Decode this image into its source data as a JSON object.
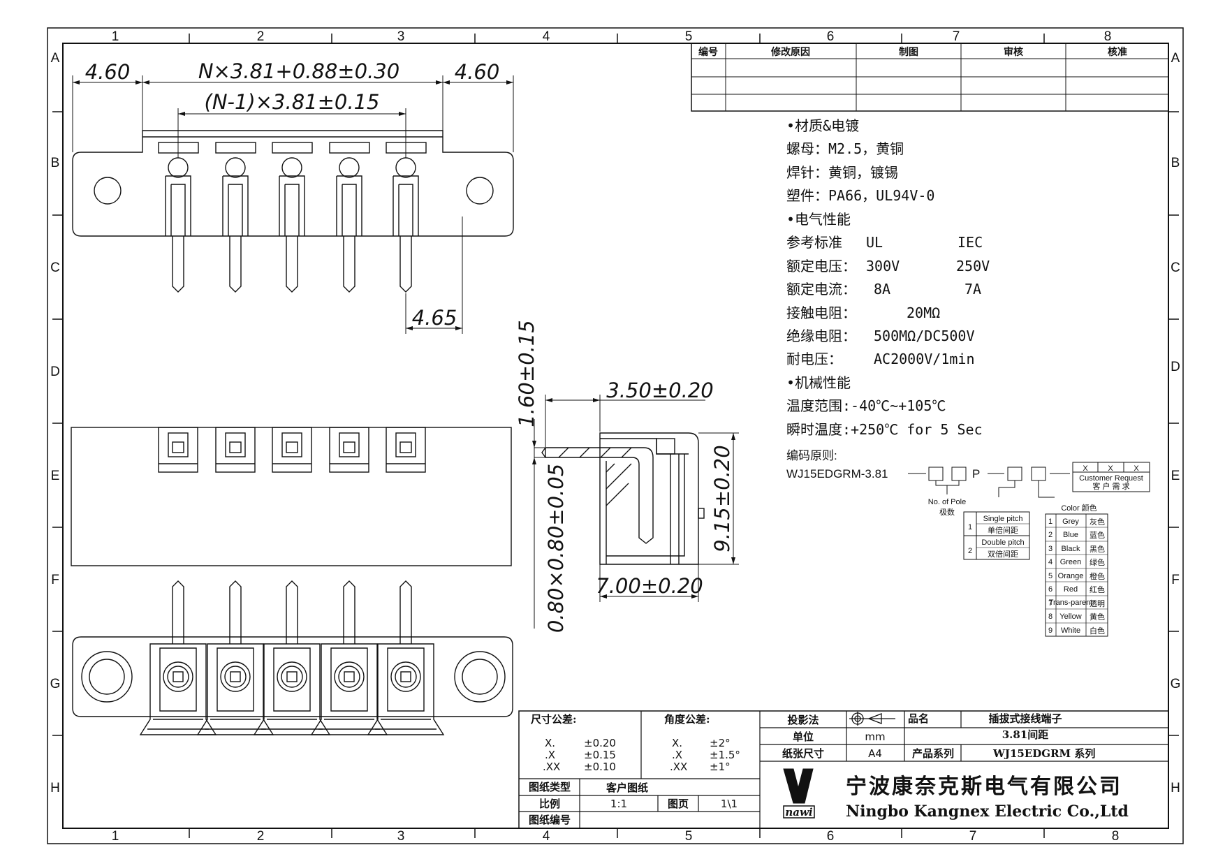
{
  "zones": {
    "columns": [
      "1",
      "2",
      "3",
      "4",
      "5",
      "6",
      "7",
      "8"
    ],
    "rows": [
      "A",
      "B",
      "C",
      "D",
      "E",
      "F",
      "G",
      "H"
    ]
  },
  "dimensions": {
    "left_margin": "4.60",
    "overall": "N×3.81+0.88±0.30",
    "right_margin": "4.60",
    "pitch": "(N-1)×3.81±0.15",
    "pin_offset": "4.65",
    "pin_height": "1.60±0.15",
    "depth": "3.50±0.20",
    "pin_section": "0.80×0.80±0.05",
    "height": "9.15±0.20",
    "width": "7.00±0.20"
  },
  "revision_table": {
    "headers": [
      "编号",
      "修改原因",
      "制图",
      "审核",
      "核准"
    ]
  },
  "specs": {
    "material_header": "•材质&电镀",
    "nut": "螺母：M2.5，黄铜",
    "pin": "焊针：黄铜，镀锡",
    "plastic": "塑件：PA66，UL94V-0",
    "electrical_header": "•电气性能",
    "standard": "参考标准",
    "std_ul": "UL",
    "std_iec": "IEC",
    "voltage": "额定电压：",
    "voltage_ul": "300V",
    "voltage_iec": "250V",
    "current": "额定电流：",
    "current_ul": "8A",
    "current_iec": "7A",
    "contact_res": "接触电阻：",
    "contact_res_val": "20MΩ",
    "insulation": "绝缘电阻：",
    "insulation_val": "500MΩ/DC500V",
    "withstand": "耐电压：",
    "withstand_val": "AC2000V/1min",
    "mechanical_header": "•机械性能",
    "temp_range": "温度范围:-40℃~+105℃",
    "instant_temp": "瞬时温度:+250℃ for 5 Sec"
  },
  "coding": {
    "title": "编码原则:",
    "prefix": "WJ15EDGRM-3.81",
    "p_letter": "P",
    "x_marks": [
      "X",
      "X",
      "X"
    ],
    "customer_en": "Customer Request",
    "customer_cn": "客 户 需 求",
    "poles_en": "No. of Pole",
    "poles_cn": "极数",
    "pitch_options": [
      {
        "num": "1",
        "en": "Single pitch",
        "cn": "单倍间距"
      },
      {
        "num": "2",
        "en": "Double pitch",
        "cn": "双倍间距"
      }
    ],
    "color_title": "Color 颜色",
    "colors": [
      {
        "num": "1",
        "en": "Grey",
        "cn": "灰色"
      },
      {
        "num": "2",
        "en": "Blue",
        "cn": "蓝色"
      },
      {
        "num": "3",
        "en": "Black",
        "cn": "黑色"
      },
      {
        "num": "4",
        "en": "Green",
        "cn": "绿色"
      },
      {
        "num": "5",
        "en": "Orange",
        "cn": "橙色"
      },
      {
        "num": "6",
        "en": "Red",
        "cn": "红色"
      },
      {
        "num": "7",
        "en": "Trans-parent",
        "cn": "透明"
      },
      {
        "num": "8",
        "en": "Yellow",
        "cn": "黄色"
      },
      {
        "num": "9",
        "en": "White",
        "cn": "白色"
      }
    ]
  },
  "title_block": {
    "tol_dim": "尺寸公差:",
    "tol_angle": "角度公差:",
    "tol_rows": [
      {
        "k": "X.",
        "v": "±0.20",
        "ak": "X.",
        "av": "±2°"
      },
      {
        "k": ".X",
        "v": "±0.15",
        "ak": ".X",
        "av": "±1.5°"
      },
      {
        "k": ".XX",
        "v": "±0.10",
        "ak": ".XX",
        "av": "±1°"
      }
    ],
    "drawing_type_label": "图纸类型",
    "drawing_type": "客户图纸",
    "scale_label": "比例",
    "scale": "1:1",
    "page_label": "图页",
    "page": "1\\1",
    "drawing_no_label": "图纸编号",
    "projection_label": "投影法",
    "unit_label": "单位",
    "unit": "mm",
    "paper_label": "纸张尺寸",
    "paper": "A4",
    "product_label": "品名",
    "product": "插拔式接线端子",
    "product_pitch": "3.81间距",
    "series_label": "产品系列",
    "series": "WJ15EDGRM 系列",
    "company_cn": "宁波康奈克斯电气有限公司",
    "company_en": "Ningbo Kangnex Electric Co.,Ltd",
    "logo_text": "nawi"
  },
  "colors": {
    "line": "#111111",
    "paper": "#ffffff"
  }
}
